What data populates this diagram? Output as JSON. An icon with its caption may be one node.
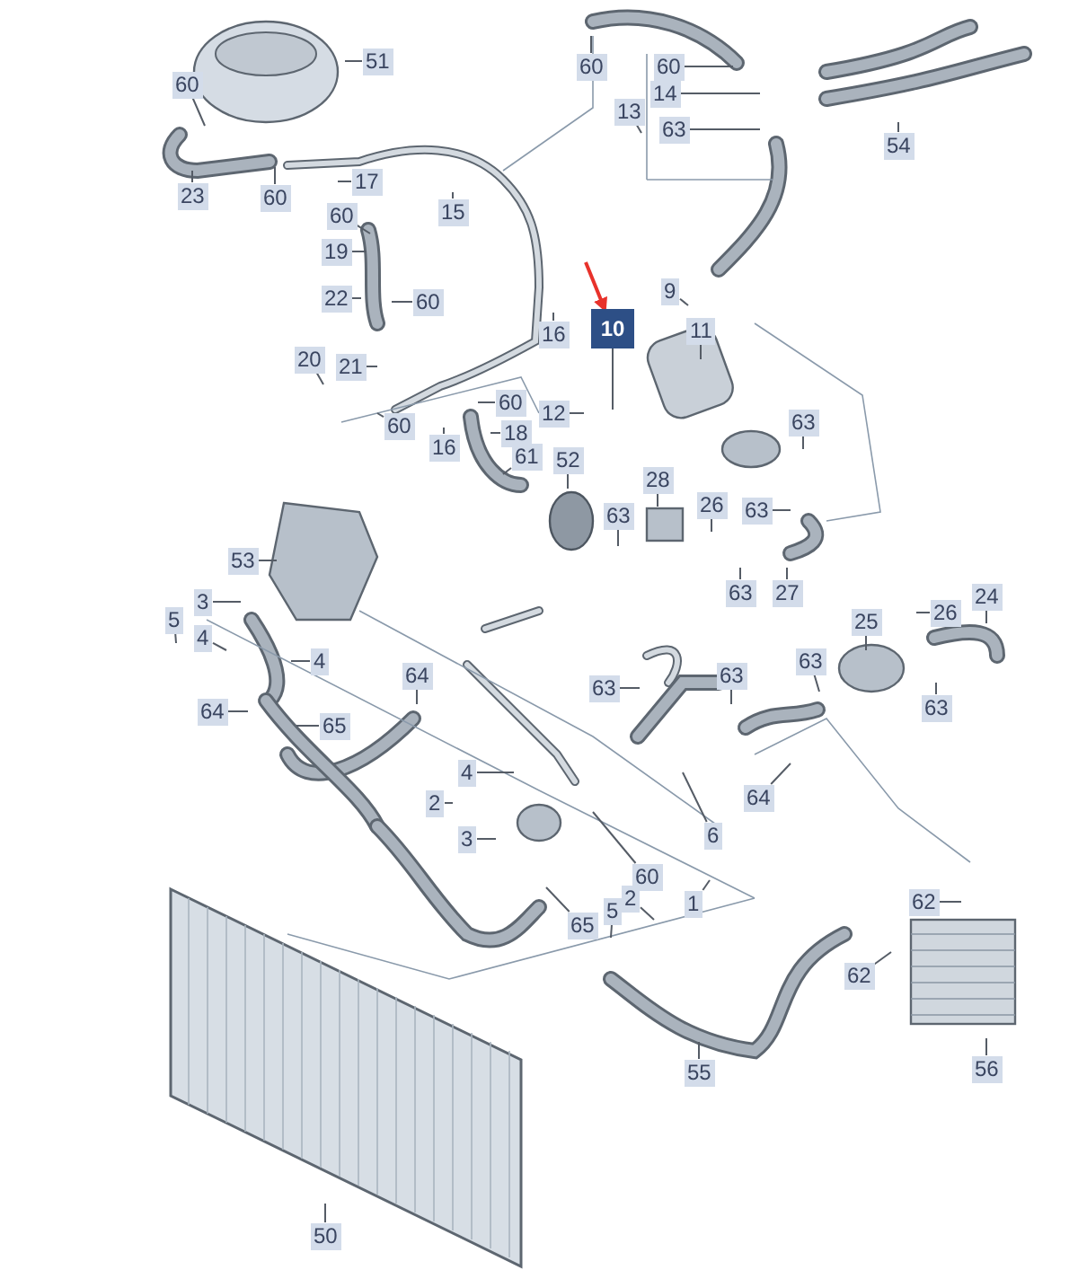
{
  "diagram": {
    "nodes": [
      {
        "text": [
          "60"
        ]
      },
      {
        "text": [
          "51"
        ]
      },
      {
        "text": [
          "60"
        ]
      },
      {
        "text": [
          "60"
        ]
      },
      {
        "text": [
          "14"
        ]
      },
      {
        "text": [
          "13"
        ]
      },
      {
        "text": [
          "63"
        ]
      },
      {
        "text": [
          "54"
        ]
      },
      {
        "text": [
          "23"
        ]
      },
      {
        "text": [
          "60"
        ]
      },
      {
        "text": [
          "17"
        ]
      },
      {
        "text": [
          "60"
        ]
      },
      {
        "text": [
          "15"
        ]
      },
      {
        "text": [
          "19"
        ]
      },
      {
        "text": [
          "22"
        ]
      },
      {
        "text": [
          "60"
        ]
      },
      {
        "text": [
          "16"
        ]
      },
      {
        "text": [
          "10"
        ]
      },
      {
        "text": [
          "9"
        ]
      },
      {
        "text": [
          "11"
        ]
      },
      {
        "text": [
          "20"
        ]
      },
      {
        "text": [
          "21"
        ]
      },
      {
        "text": [
          "63"
        ]
      },
      {
        "text": [
          "12"
        ]
      },
      {
        "text": [
          "60"
        ]
      },
      {
        "text": [
          "18"
        ]
      },
      {
        "text": [
          "60"
        ]
      },
      {
        "text": [
          "16"
        ]
      },
      {
        "text": [
          "61"
        ]
      },
      {
        "text": [
          "52"
        ]
      },
      {
        "text": [
          "28"
        ]
      },
      {
        "text": [
          "26"
        ]
      },
      {
        "text": [
          "63"
        ]
      },
      {
        "text": [
          "63"
        ]
      },
      {
        "text": [
          "53"
        ]
      },
      {
        "text": [
          "63"
        ]
      },
      {
        "text": [
          "27"
        ]
      },
      {
        "text": [
          "3"
        ]
      },
      {
        "text": [
          "5"
        ]
      },
      {
        "text": [
          "4"
        ]
      },
      {
        "text": [
          "4"
        ]
      },
      {
        "text": [
          "25"
        ]
      },
      {
        "text": [
          "26"
        ]
      },
      {
        "text": [
          "24"
        ]
      },
      {
        "text": [
          "64"
        ]
      },
      {
        "text": [
          "63"
        ]
      },
      {
        "text": [
          "63"
        ]
      },
      {
        "text": [
          "63"
        ]
      },
      {
        "text": [
          "63"
        ]
      },
      {
        "text": [
          "64"
        ]
      },
      {
        "text": [
          "65"
        ]
      },
      {
        "text": [
          "4"
        ]
      },
      {
        "text": [
          "2"
        ]
      },
      {
        "text": [
          "64"
        ]
      },
      {
        "text": [
          "6"
        ]
      },
      {
        "text": [
          "3"
        ]
      },
      {
        "text": [
          "60"
        ]
      },
      {
        "text": [
          "2"
        ]
      },
      {
        "text": [
          "5"
        ]
      },
      {
        "text": [
          "1"
        ]
      },
      {
        "text": [
          "65"
        ]
      },
      {
        "text": [
          "62"
        ]
      },
      {
        "text": [
          "62"
        ]
      },
      {
        "text": [
          "55"
        ]
      },
      {
        "text": [
          "56"
        ]
      },
      {
        "text": [
          "50"
        ]
      }
    ],
    "edges": [
      {
        "from": 0,
        "to": null,
        "arrow": "none"
      },
      {
        "from": 1,
        "to": null,
        "arrow": "none"
      },
      {
        "from": 2,
        "to": null,
        "arrow": "none"
      },
      {
        "from": 3,
        "to": null,
        "arrow": "none"
      },
      {
        "from": 4,
        "to": null,
        "arrow": "none"
      },
      {
        "from": 5,
        "to": null,
        "arrow": "none"
      },
      {
        "from": 6,
        "to": null,
        "arrow": "none"
      },
      {
        "from": 7,
        "to": null,
        "arrow": "none"
      },
      {
        "from": 8,
        "to": null,
        "arrow": "none"
      },
      {
        "from": 9,
        "to": null,
        "arrow": "none"
      },
      {
        "from": 10,
        "to": null,
        "arrow": "none"
      },
      {
        "from": 11,
        "to": null,
        "arrow": "none"
      },
      {
        "from": 12,
        "to": null,
        "arrow": "none"
      },
      {
        "from": 13,
        "to": null,
        "arrow": "none"
      },
      {
        "from": 14,
        "to": null,
        "arrow": "none"
      },
      {
        "from": 15,
        "to": null,
        "arrow": "none"
      },
      {
        "from": 16,
        "to": null,
        "arrow": "none"
      },
      {
        "from": 17,
        "to": null,
        "arrow": "none"
      },
      {
        "from": 18,
        "to": null,
        "arrow": "none"
      },
      {
        "from": 19,
        "to": null,
        "arrow": "none"
      },
      {
        "from": 20,
        "to": null,
        "arrow": "none"
      },
      {
        "from": 21,
        "to": null,
        "arrow": "none"
      },
      {
        "from": 22,
        "to": null,
        "arrow": "none"
      },
      {
        "from": 23,
        "to": null,
        "arrow": "none"
      },
      {
        "from": 24,
        "to": null,
        "arrow": "none"
      },
      {
        "from": 25,
        "to": null,
        "arrow": "none"
      },
      {
        "from": 26,
        "to": null,
        "arrow": "none"
      },
      {
        "from": 27,
        "to": null,
        "arrow": "none"
      },
      {
        "from": 28,
        "to": null,
        "arrow": "none"
      },
      {
        "from": 29,
        "to": null,
        "arrow": "none"
      },
      {
        "from": 30,
        "to": null,
        "arrow": "none"
      },
      {
        "from": 31,
        "to": null,
        "arrow": "none"
      },
      {
        "from": 32,
        "to": null,
        "arrow": "none"
      },
      {
        "from": 33,
        "to": null,
        "arrow": "none"
      },
      {
        "from": 34,
        "to": null,
        "arrow": "none"
      },
      {
        "from": 35,
        "to": null,
        "arrow": "none"
      },
      {
        "from": 36,
        "to": null,
        "arrow": "none"
      },
      {
        "from": 37,
        "to": null,
        "arrow": "none"
      },
      {
        "from": 38,
        "to": null,
        "arrow": "none"
      },
      {
        "from": 39,
        "to": null,
        "arrow": "none"
      },
      {
        "from": 40,
        "to": null,
        "arrow": "none"
      },
      {
        "from": 41,
        "to": null,
        "arrow": "none"
      },
      {
        "from": 42,
        "to": null,
        "arrow": "none"
      },
      {
        "from": 43,
        "to": null,
        "arrow": "none"
      },
      {
        "from": 44,
        "to": null,
        "arrow": "none"
      },
      {
        "from": 45,
        "to": null,
        "arrow": "none"
      },
      {
        "from": 46,
        "to": null,
        "arrow": "none"
      },
      {
        "from": 47,
        "to": null,
        "arrow": "none"
      },
      {
        "from": 48,
        "to": null,
        "arrow": "none"
      },
      {
        "from": 49,
        "to": null,
        "arrow": "none"
      },
      {
        "from": 50,
        "to": null,
        "arrow": "none"
      },
      {
        "from": 51,
        "to": null,
        "arrow": "none"
      },
      {
        "from": 52,
        "to": null,
        "arrow": "none"
      },
      {
        "from": 53,
        "to": null,
        "arrow": "none"
      },
      {
        "from": 54,
        "to": null,
        "arrow": "none"
      },
      {
        "from": 55,
        "to": null,
        "arrow": "none"
      },
      {
        "from": 56,
        "to": null,
        "arrow": "none"
      },
      {
        "from": 57,
        "to": null,
        "arrow": "none"
      },
      {
        "from": 58,
        "to": null,
        "arrow": "none"
      },
      {
        "from": 59,
        "to": null,
        "arrow": "none"
      },
      {
        "from": 60,
        "to": null,
        "arrow": "none"
      },
      {
        "from": 61,
        "to": null,
        "arrow": "none"
      },
      {
        "from": 62,
        "to": null,
        "arrow": "none"
      },
      {
        "from": 63,
        "to": null,
        "arrow": "none"
      },
      {
        "from": 64,
        "to": null,
        "arrow": "none"
      },
      {
        "from": 65,
        "to": null,
        "arrow": "none"
      },
      {
        "from": null,
        "to": 17,
        "arrow": "to",
        "color": "#e8322b"
      }
    ]
  }
}
